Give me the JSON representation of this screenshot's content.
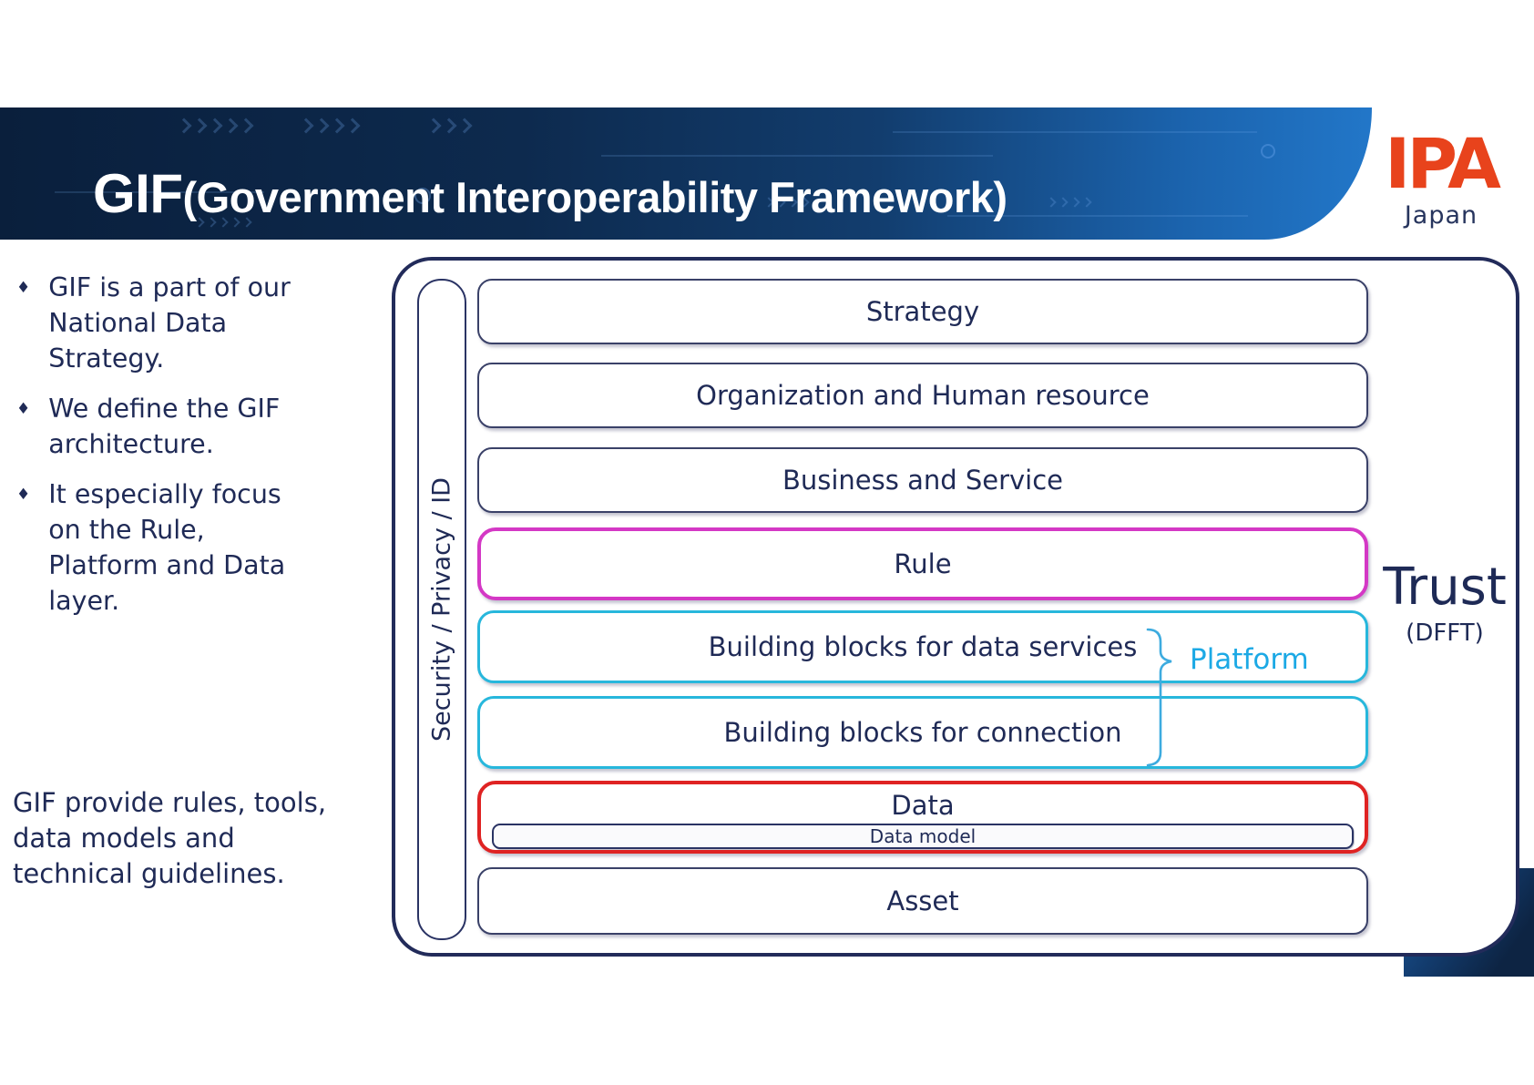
{
  "header": {
    "title_main": "GIF",
    "title_sub": "(Government Interoperability Framework)",
    "logo_text": "IPA",
    "logo_country": "Japan"
  },
  "left_panel": {
    "bullet_glyph": "♦",
    "bullets": [
      "GIF is a part of our\nNational Data\nStrategy.",
      "We define the GIF\narchitecture.",
      "It especially focus\non the Rule,\nPlatform and Data\nlayer."
    ],
    "footnote": "GIF provide rules, tools,\ndata models and\ntechnical guidelines."
  },
  "diagram": {
    "sidebar_label": "Security / Privacy / ID",
    "layers": [
      {
        "label": "Strategy",
        "style": "plain"
      },
      {
        "label": "Organization and Human resource",
        "style": "plain"
      },
      {
        "label": "Business and Service",
        "style": "plain"
      },
      {
        "label": "Rule",
        "style": "magenta"
      },
      {
        "label": "Building blocks for data services",
        "style": "cyan"
      },
      {
        "label": "Building blocks for connection",
        "style": "cyan"
      },
      {
        "label": "Data",
        "style": "red",
        "sublabel": "Data model"
      },
      {
        "label": "Asset",
        "style": "plain"
      }
    ],
    "platform_label": "Platform",
    "trust_label": "Trust",
    "trust_sub": "(DFFT)"
  },
  "colors": {
    "navy_text": "#1f2a56",
    "frame_border": "#222b5a",
    "accent_magenta": "#d438c5",
    "accent_cyan": "#27b7dc",
    "accent_red": "#df2323",
    "platform_blue": "#1ca9e5",
    "logo_red": "#e8431c",
    "banner_dark": "#0d2a4e",
    "banner_bright": "#2277c9"
  }
}
